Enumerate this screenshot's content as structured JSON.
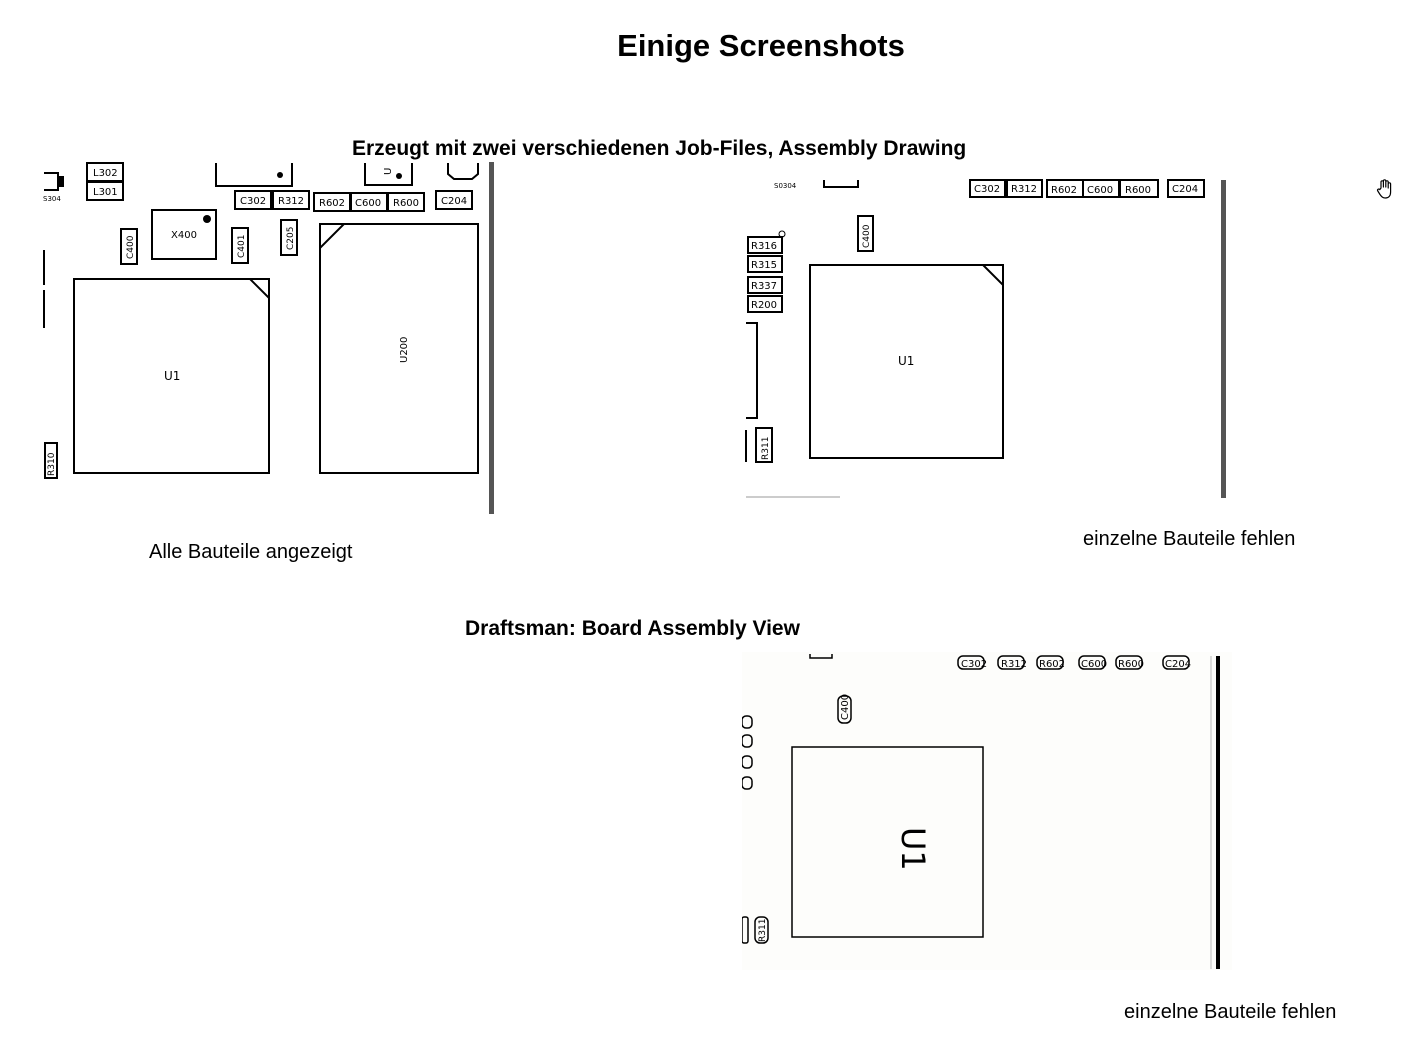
{
  "page": {
    "title": "Einige Screenshots"
  },
  "section1": {
    "title": "Erzeugt mit zwei verschiedenen Job-Files, Assembly Drawing",
    "left_caption": "Alle Bauteile angezeigt",
    "right_caption": "einzelne Bauteile fehlen",
    "left_image": {
      "labels": {
        "l302": "L302",
        "l301": "L301",
        "s304": "S304",
        "c302": "C302",
        "r312": "R312",
        "r602": "R602",
        "c600": "C600",
        "r600": "R600",
        "c204": "C204",
        "x400": "X400",
        "c400": "C400",
        "c401": "C401",
        "c205": "C205",
        "u1": "U1",
        "u200": "U200",
        "r310": "R310",
        "u_partial": "U"
      }
    },
    "right_image": {
      "labels": {
        "s0304": "S0304",
        "c302": "C302",
        "r312": "R312",
        "r602": "R602",
        "c600": "C600",
        "r600": "R600",
        "c204": "C204",
        "c400": "C400",
        "r316": "R316",
        "r315": "R315",
        "r337": "R337",
        "r200": "R200",
        "r311": "R311",
        "u1": "U1"
      }
    }
  },
  "section2": {
    "title": "Draftsman: Board Assembly View",
    "caption": "einzelne Bauteile fehlen",
    "image": {
      "labels": {
        "c302": "C302",
        "r312": "R312",
        "r602": "R602",
        "c600": "C600",
        "r600": "R600",
        "c204": "C204",
        "c400": "C400",
        "u1": "U1",
        "r311": "R311"
      }
    }
  },
  "icons": {
    "cursor": "hand-cursor-icon"
  }
}
